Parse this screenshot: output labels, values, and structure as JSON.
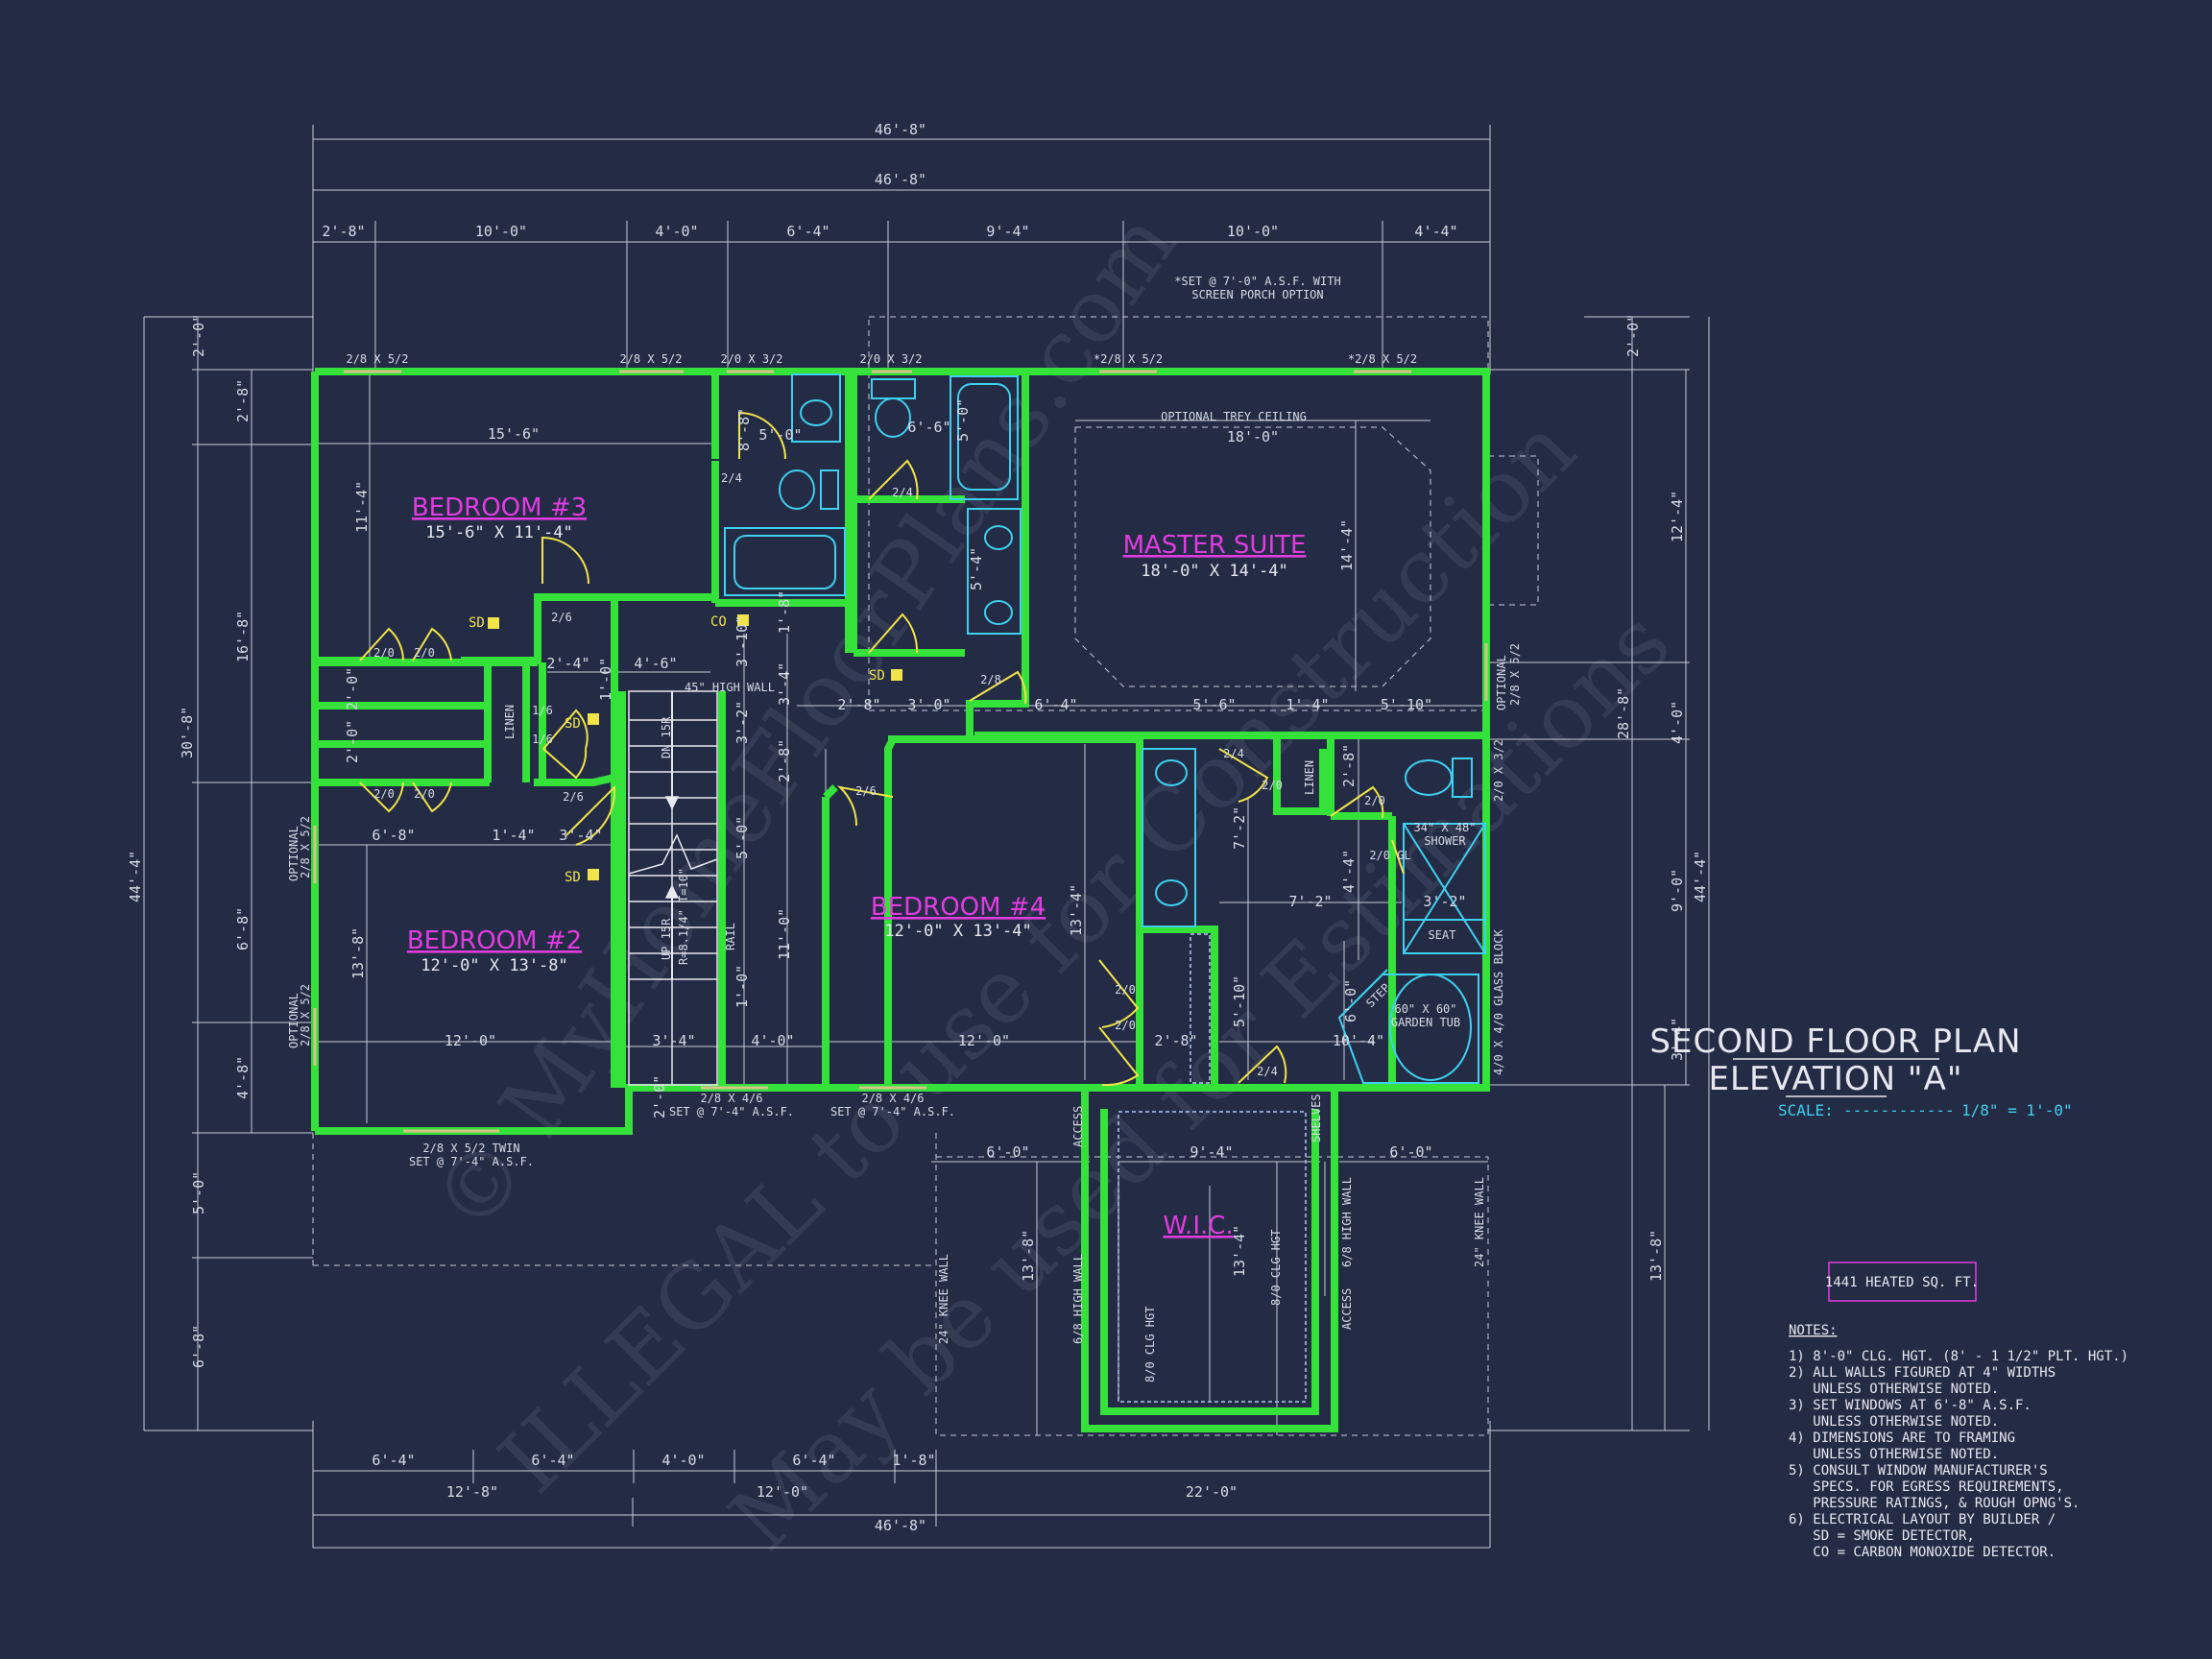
{
  "colors": {
    "background": "#242b45",
    "wall": "#34e23a",
    "dimension": "#d8dbe6",
    "room_label": "#e23ce0",
    "fixture": "#3ed0f0",
    "door": "#f1e44a"
  },
  "watermark": {
    "line1": "© MyHomeFloorPlans.com",
    "line2": "ILLEGAL to use for Construction",
    "line3": "May be used for Estimations"
  },
  "top_dims": {
    "overall_outer": "46'-8\"",
    "overall_inner": "46'-8\"",
    "segments": [
      "2'-8\"",
      "10'-0\"",
      "4'-0\"",
      "6'-4\"",
      "9'-4\"",
      "10'-0\"",
      "4'-4\""
    ]
  },
  "porch_note": {
    "line1": "*SET @ 7'-0\" A.S.F. WITH",
    "line2": "SCREEN PORCH OPTION"
  },
  "windows": {
    "w1": "2/8 X 5/2",
    "w2": "2/8 X 5/2",
    "w3": "2/0 X 3/2",
    "w4": "2/0 X 3/2",
    "w5": "*2/8 X 5/2",
    "w6": "*2/8 X 5/2",
    "right_opt": "OPTIONAL",
    "right_opt2": "2/8 X 5/2",
    "right_bath": "2/0 X 3/2",
    "left_opt1": "OPTIONAL",
    "left_opt1b": "2/8 X 5/2",
    "left_opt2": "OPTIONAL",
    "left_opt2b": "2/8 X 5/2",
    "bottom_twin": "2/8 X 5/2 TWIN",
    "bottom_twin_set": "SET @ 7'-4\" A.S.F.",
    "bottom_a": "2/8 X 4/6",
    "bottom_a_set": "SET @ 7'-4\" A.S.F.",
    "bottom_b": "2/8 X 4/6",
    "bottom_b_set": "SET @ 7'-4\" A.S.F.",
    "glass_block": "4/0 X 4/0 GLASS BLOCK"
  },
  "rooms": {
    "bed3": {
      "name": "BEDROOM #3",
      "size": "15'-6\" X 11'-4\""
    },
    "master": {
      "name": "MASTER SUITE",
      "size": "18'-0\" X 14'-4\""
    },
    "bed2": {
      "name": "BEDROOM #2",
      "size": "12'-0\" X 13'-8\""
    },
    "bed4": {
      "name": "BEDROOM #4",
      "size": "12'-0\" X 13'-4\""
    },
    "wic": {
      "name": "W.I.C."
    }
  },
  "interior_labels": {
    "trey": "OPTIONAL TREY CEILING",
    "trey_dim": "18'-0\"",
    "bed3_w": "15'-6\"",
    "bed3_h": "11'-4\"",
    "master_h": "14'-4\"",
    "bath1_w": "5'-0\"",
    "bath2_w": "6'-6\"",
    "bath2_h": "5'-0\"",
    "bath2_v": "5'-4\"",
    "bath1_v": "8'-8\"",
    "hall_a": "2'-4\"",
    "hall_b": "4'-6\"",
    "hall_c": "1'-0\"",
    "high_wall": "45\" HIGH WALL",
    "hall_v1": "1'-8\"",
    "hall_v2": "3'-10\"",
    "hall_v3": "3'-4\"",
    "hall_v4": "3'-2\"",
    "hall_v5": "2'-8\"",
    "hall_v6": "5'-0\"",
    "hall_v7": "11'-0\"",
    "hall_v8": "1'-0\"",
    "m_a": "2'-8\"",
    "m_b": "3'-0\"",
    "m_c": "6'-4\"",
    "m_d": "5'-6\"",
    "m_e": "1'-4\"",
    "m_f": "5'-10\"",
    "bed2_a": "6'-8\"",
    "bed2_b": "1'-4\"",
    "bed2_c": "3'-4\"",
    "bed2_w": "12'-0\"",
    "bed2_h": "13'-8\"",
    "stair_a": "3'-4\"",
    "stair_b": "4'-0\"",
    "bed4_w": "12'-0\"",
    "bed4_h": "13'-4\"",
    "mb_a": "7'-2\"",
    "mb_b": "7'-2\"",
    "mb_c": "4'-4\"",
    "mb_d": "2'-8\"",
    "mb_e": "5'-10\"",
    "mb_f": "2'-8\"",
    "mb_g": "6'-0\"",
    "mb_h": "10'-4\"",
    "mb_i": "3'-2\"",
    "shower": "34\" X 48\"",
    "shower2": "SHOWER",
    "seat": "SEAT",
    "tub": "60\" X 60\"",
    "tub2": "GARDEN TUB",
    "step": "STEP",
    "gl": "2/0 GL",
    "linen": "LINEN",
    "linen2": "LINEN",
    "dn": "DN 15R",
    "up": "UP 15R",
    "rise": "R=8.1/4\" T=10\"",
    "rail": "RAIL",
    "wic_w": "9'-4\"",
    "wic_h": "13'-4\"",
    "clg1": "8/0 CLG HGT",
    "clg2": "8/0 CLG HGT",
    "hw1": "6/8 HIGH WALL",
    "hw2": "6/8 HIGH WALL",
    "kw1": "24\" KNEE WALL",
    "kw2": "24\" KNEE WALL",
    "access1": "ACCESS",
    "access2": "ACCESS",
    "shelves": "SHELVES",
    "wic_l": "6'-0\"",
    "wic_r": "6'-0\"",
    "wic_v": "13'-8\"",
    "d1": "2/4",
    "d2": "2/4",
    "d3": "2/6",
    "d4": "2/8",
    "d5": "2/6",
    "d6": "2/6",
    "d7": "1/6",
    "d8": "1/6",
    "d9": "2/0",
    "d10": "2/0",
    "d11": "2/0",
    "d12": "2/0",
    "d13": "2/4",
    "d14": "2/0",
    "d15": "2/0",
    "d16": "2/0",
    "d17": "2/0",
    "d18": "2/4",
    "closet1": "2'-0\"",
    "closet2": "2'-0\""
  },
  "detectors": {
    "sd1": "SD",
    "sd2": "SD",
    "sd3": "SD",
    "sd4": "SD",
    "co": "CO"
  },
  "left_dims": {
    "total": "44'-4\"",
    "a": "30'-8\"",
    "top": "2'-0\"",
    "b": "2'-8\"",
    "c": "16'-8\"",
    "d": "6'-8\"",
    "e": "4'-8\"",
    "f": "5'-0\"",
    "g": "6'-8\""
  },
  "right_dims": {
    "total": "44'-4\"",
    "a": "28'-8\"",
    "top": "2'-0\"",
    "b": "12'-4\"",
    "c": "4'-0\"",
    "d": "9'-0\"",
    "e": "3'-4\"",
    "f": "13'-8\""
  },
  "bottom_dims": {
    "row1": [
      "6'-4\"",
      "6'-4\"",
      "4'-0\"",
      "6'-4\"",
      "1'-8\""
    ],
    "row2": [
      "12'-8\"",
      "12'-0\"",
      "22'-0\""
    ],
    "overall": "46'-8\"",
    "bot_v": "2'-0\""
  },
  "title_block": {
    "line1": "SECOND FLOOR PLAN",
    "line2": "ELEVATION \"A\"",
    "scale_label": "SCALE:",
    "scale_dashes": "------------",
    "scale_value": "1/8\" = 1'-0\"",
    "heated": "1441 HEATED SQ. FT."
  },
  "notes": {
    "header": "NOTES:",
    "lines": [
      "1) 8'-0\"  CLG. HGT. (8' - 1 1/2\" PLT. HGT.)",
      "2) ALL  WALLS FIGURED AT 4\" WIDTHS",
      "   UNLESS OTHERWISE NOTED.",
      "3) SET WINDOWS AT 6'-8\" A.S.F.",
      "   UNLESS OTHERWISE NOTED.",
      "4) DIMENSIONS ARE TO FRAMING",
      "   UNLESS OTHERWISE NOTED.",
      "5) CONSULT WINDOW MANUFACTURER'S",
      "   SPECS. FOR EGRESS REQUIREMENTS,",
      "   PRESSURE RATINGS, & ROUGH OPNG'S.",
      "6) ELECTRICAL LAYOUT BY BUILDER /",
      "   SD = SMOKE DETECTOR,",
      "   CO = CARBON MONOXIDE DETECTOR."
    ]
  }
}
